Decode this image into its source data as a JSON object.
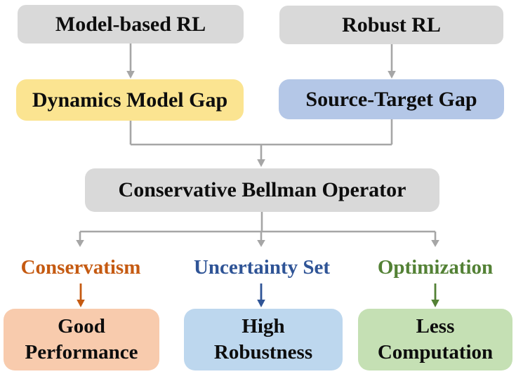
{
  "diagram": {
    "background": "#FFFFFF",
    "connector_color": "#A6A6A6",
    "nodes": {
      "model_based_rl": {
        "label": "Model-based RL",
        "bg": "#D9D9D9",
        "text_color": "#0D0D0D"
      },
      "robust_rl": {
        "label": "Robust RL",
        "bg": "#D9D9D9",
        "text_color": "#0D0D0D"
      },
      "dynamics_model_gap": {
        "label": "Dynamics Model Gap",
        "bg": "#FBE491",
        "text_color": "#0D0D0D"
      },
      "source_target_gap": {
        "label": "Source-Target Gap",
        "bg": "#B4C7E7",
        "text_color": "#0D0D0D"
      },
      "conservative_bellman_operator": {
        "label": "Conservative Bellman Operator",
        "bg": "#D9D9D9",
        "text_color": "#0D0D0D"
      },
      "good_performance": {
        "label": "Good\nPerformance",
        "bg": "#F8CBAD",
        "text_color": "#0D0D0D"
      },
      "high_robustness": {
        "label": "High\nRobustness",
        "bg": "#BDD7EE",
        "text_color": "#0D0D0D"
      },
      "less_computation": {
        "label": "Less\nComputation",
        "bg": "#C5E0B4",
        "text_color": "#0D0D0D"
      }
    },
    "branch_labels": {
      "conservatism": {
        "label": "Conservatism",
        "color": "#C55A11"
      },
      "uncertainty_set": {
        "label": "Uncertainty Set",
        "color": "#2F5496"
      },
      "optimization": {
        "label": "Optimization",
        "color": "#538135"
      }
    }
  }
}
